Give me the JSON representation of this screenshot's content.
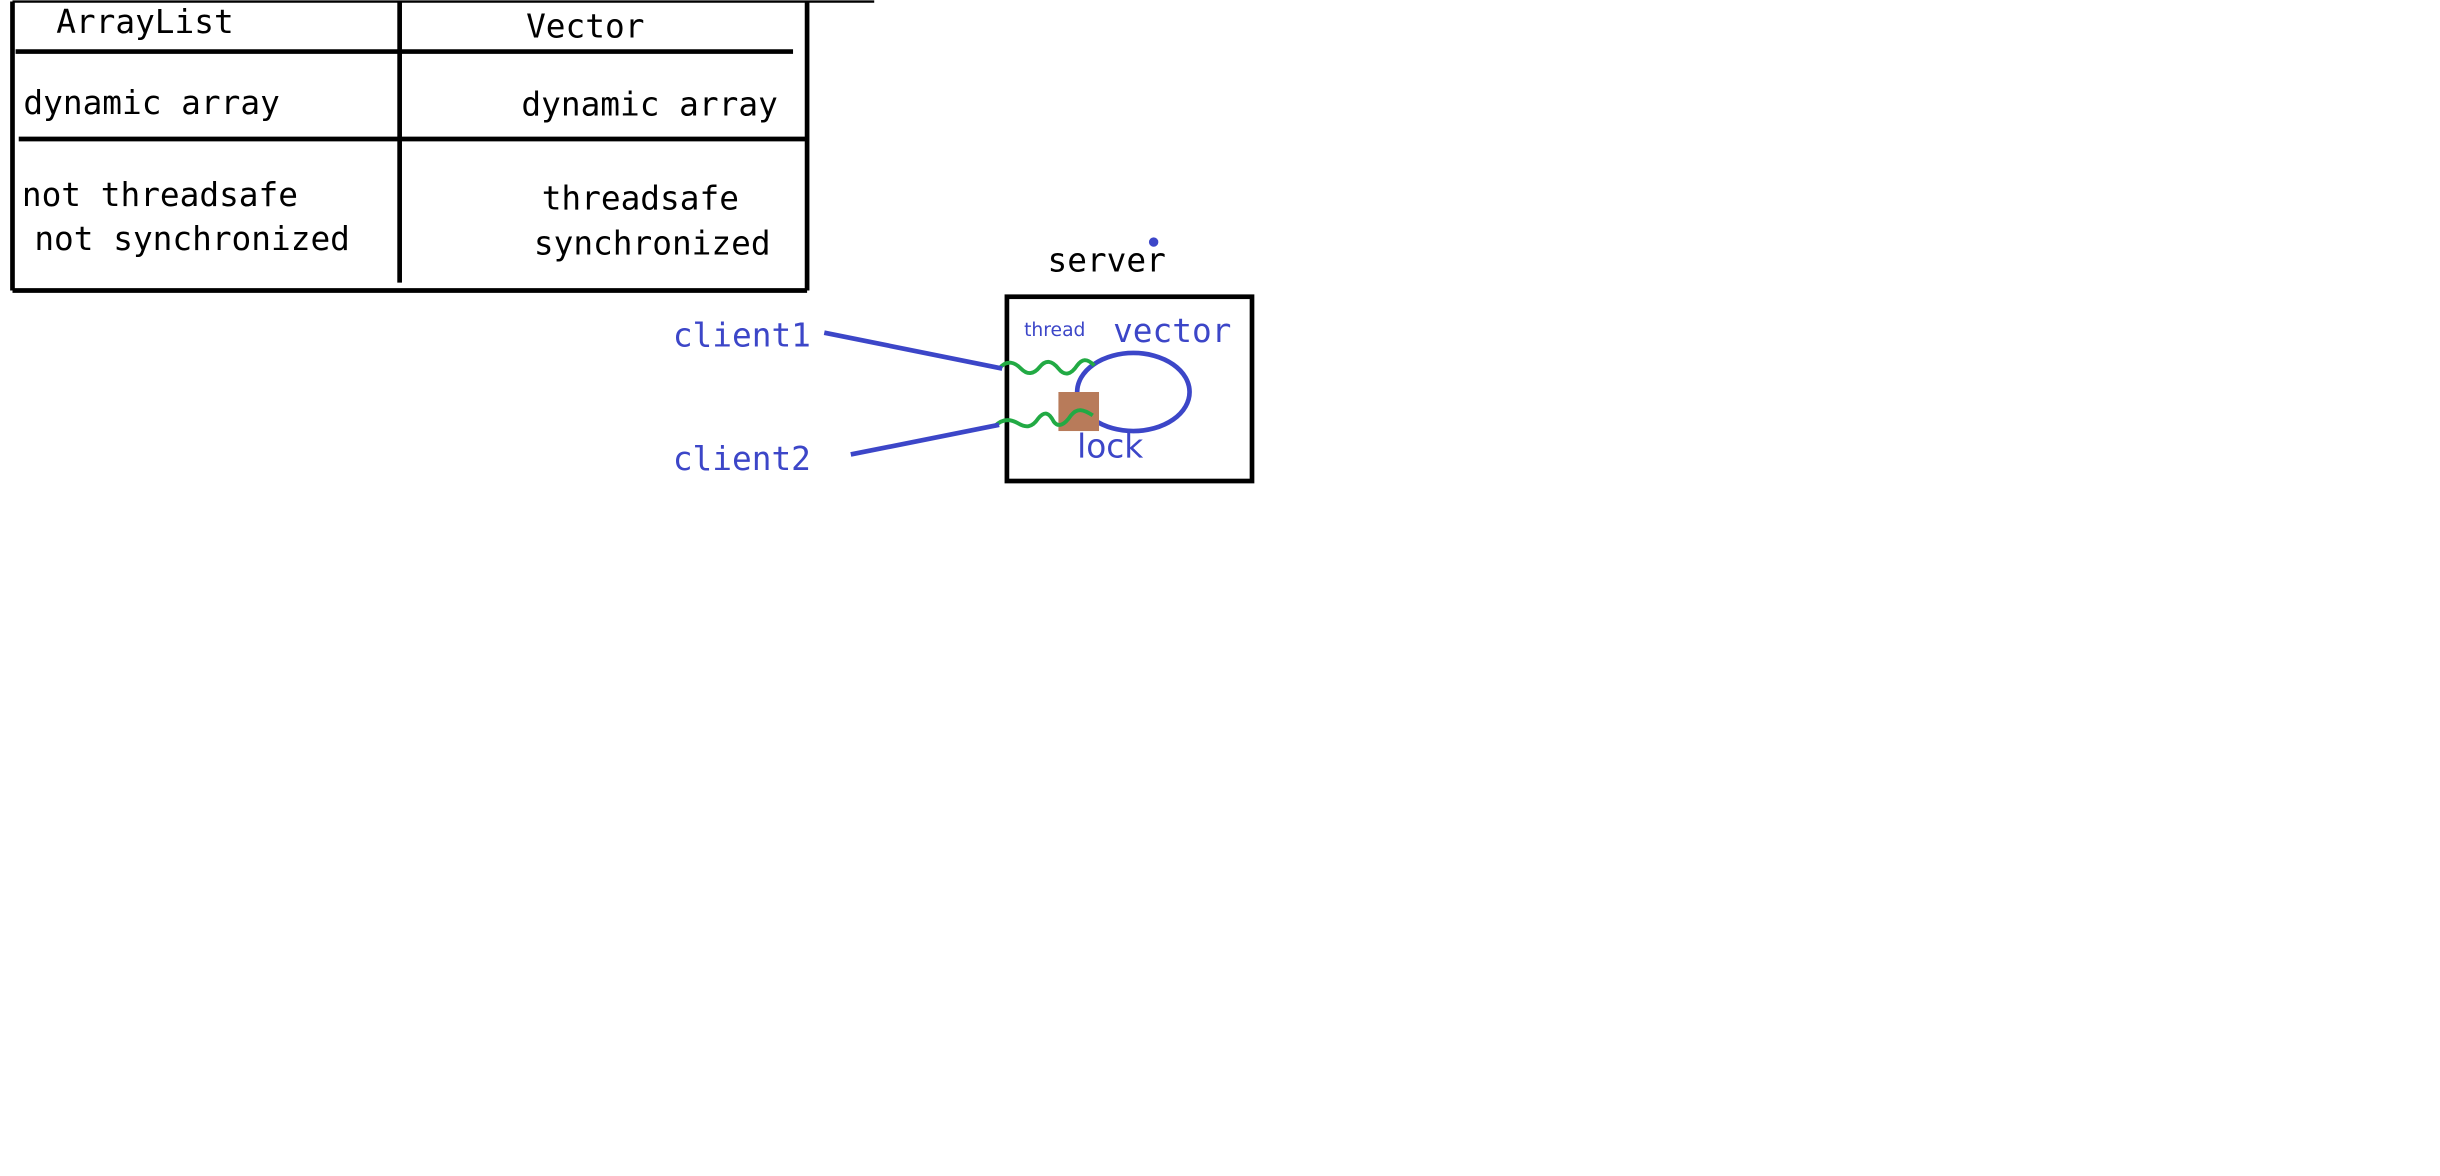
{
  "table": {
    "headers": [
      "ArrayList",
      "Vector"
    ],
    "rows": [
      [
        "dynamic array",
        "dynamic array"
      ],
      [
        "not threadsafe",
        "threadsafe"
      ],
      [
        "not synchronized",
        "synchronized"
      ]
    ]
  },
  "diagram": {
    "server_label": "server",
    "thread_label": "thread",
    "vector_label": "vector",
    "lock_label": "lock",
    "clients": [
      "client1",
      "client2"
    ]
  },
  "colors": {
    "ink": "#000000",
    "blue": "#3c46c8",
    "green": "#22aa44",
    "lock": "#b87b5a"
  }
}
